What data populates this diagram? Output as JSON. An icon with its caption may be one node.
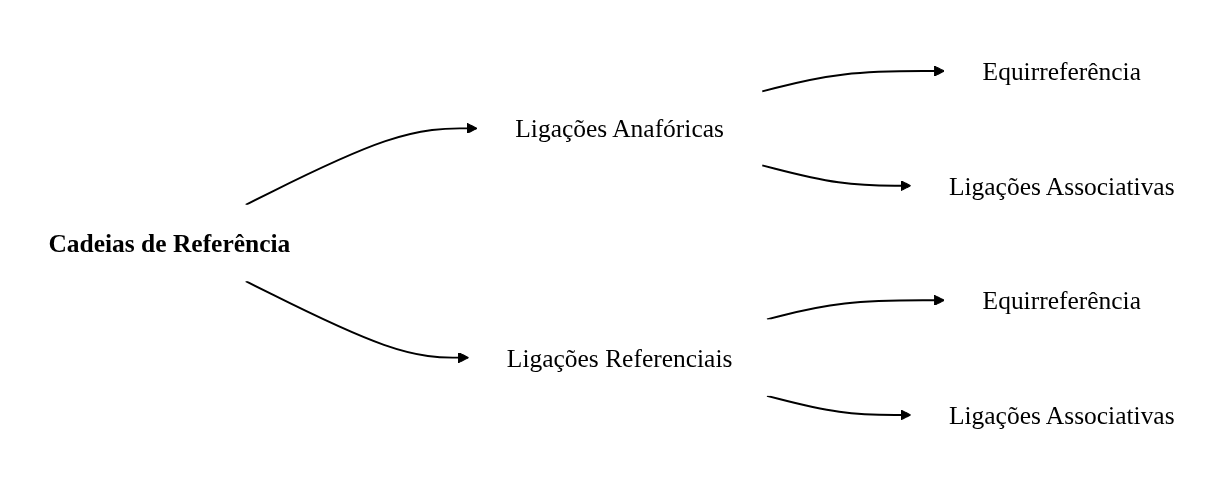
{
  "diagram": {
    "nodes": [
      {
        "text": [
          "Cadeias de Referência"
        ]
      },
      {
        "text": [
          "Ligações Anafóricas"
        ]
      },
      {
        "text": [
          "Equirreferência"
        ]
      },
      {
        "text": [
          "Ligações Associativas"
        ]
      },
      {
        "text": [
          "Equirreferência"
        ]
      },
      {
        "text": [
          "Ligações Referenciais"
        ]
      },
      {
        "text": [
          "Ligações Associativas"
        ]
      }
    ],
    "edges": [
      {
        "from": 0,
        "to": 1,
        "arrow": "to"
      },
      {
        "from": 0,
        "to": 5,
        "arrow": "to"
      },
      {
        "from": 1,
        "to": 2,
        "arrow": "to"
      },
      {
        "from": 1,
        "to": 3,
        "arrow": "to"
      },
      {
        "from": 5,
        "to": 4,
        "arrow": "to"
      },
      {
        "from": 5,
        "to": 6,
        "arrow": "to"
      }
    ]
  }
}
